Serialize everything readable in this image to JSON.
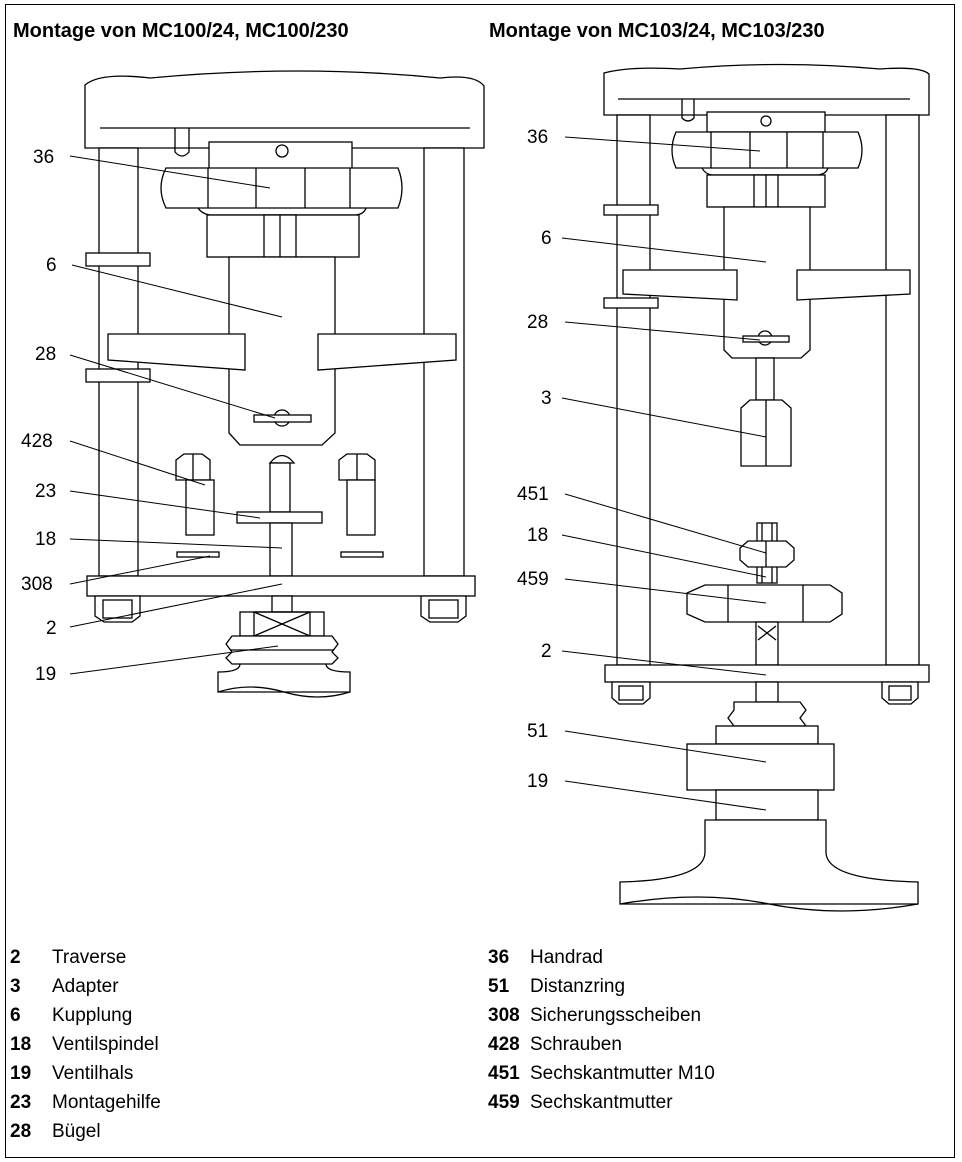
{
  "headings": {
    "left": "Montage von MC100/24, MC100/230",
    "right": "Montage von MC103/24, MC103/230"
  },
  "callouts": {
    "left": [
      "36",
      "6",
      "28",
      "428",
      "23",
      "18",
      "308",
      "2",
      "19"
    ],
    "right": [
      "36",
      "6",
      "28",
      "3",
      "451",
      "18",
      "459",
      "2",
      "51",
      "19"
    ]
  },
  "legend": {
    "left": [
      {
        "num": "2",
        "label": "Traverse"
      },
      {
        "num": "3",
        "label": "Adapter"
      },
      {
        "num": "6",
        "label": "Kupplung"
      },
      {
        "num": "18",
        "label": "Ventilspindel"
      },
      {
        "num": "19",
        "label": "Ventilhals"
      },
      {
        "num": "23",
        "label": "Montagehilfe"
      },
      {
        "num": "28",
        "label": "Bügel"
      }
    ],
    "right": [
      {
        "num": "36",
        "label": "Handrad"
      },
      {
        "num": "51",
        "label": "Distanzring"
      },
      {
        "num": "308",
        "label": "Sicherungsscheiben"
      },
      {
        "num": "428",
        "label": "Schrauben"
      },
      {
        "num": "451",
        "label": "Sechskantmutter M10"
      },
      {
        "num": "459",
        "label": "Sechskantmutter"
      }
    ]
  }
}
